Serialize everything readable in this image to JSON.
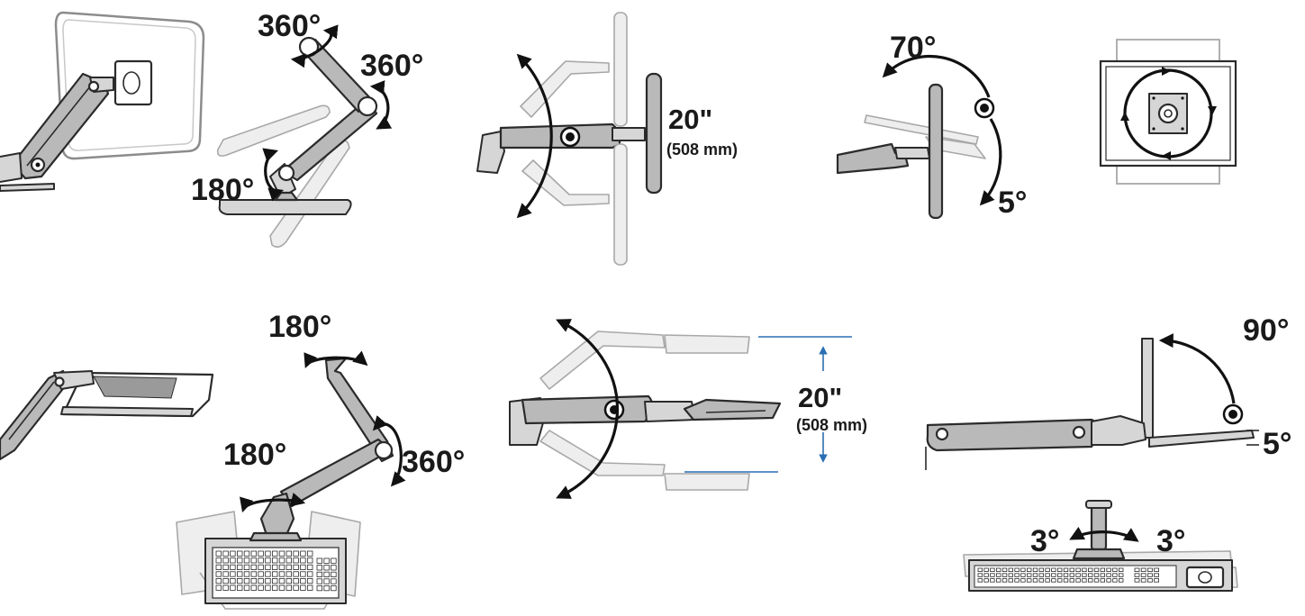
{
  "colors": {
    "arm_fill": "#b9b9b9",
    "outline": "#2b2b2b",
    "arrow": "#111111",
    "dimension_line": "#2a6fb3"
  },
  "monitor_row": {
    "rotation_top": "360°",
    "rotation_side": "360°",
    "rotation_base": "180°",
    "lift_range": "20\"",
    "lift_range_metric": "(508 mm)",
    "tilt_up": "70°",
    "tilt_down": "5°"
  },
  "keyboard_row": {
    "rotation_top": "180°",
    "rotation_base": "180°",
    "rotation_side": "360°",
    "lift_range": "20\"",
    "lift_range_metric": "(508 mm)",
    "tilt_up": "90°",
    "tilt_down": "5°",
    "swivel_left": "3°",
    "swivel_right": "3°"
  }
}
